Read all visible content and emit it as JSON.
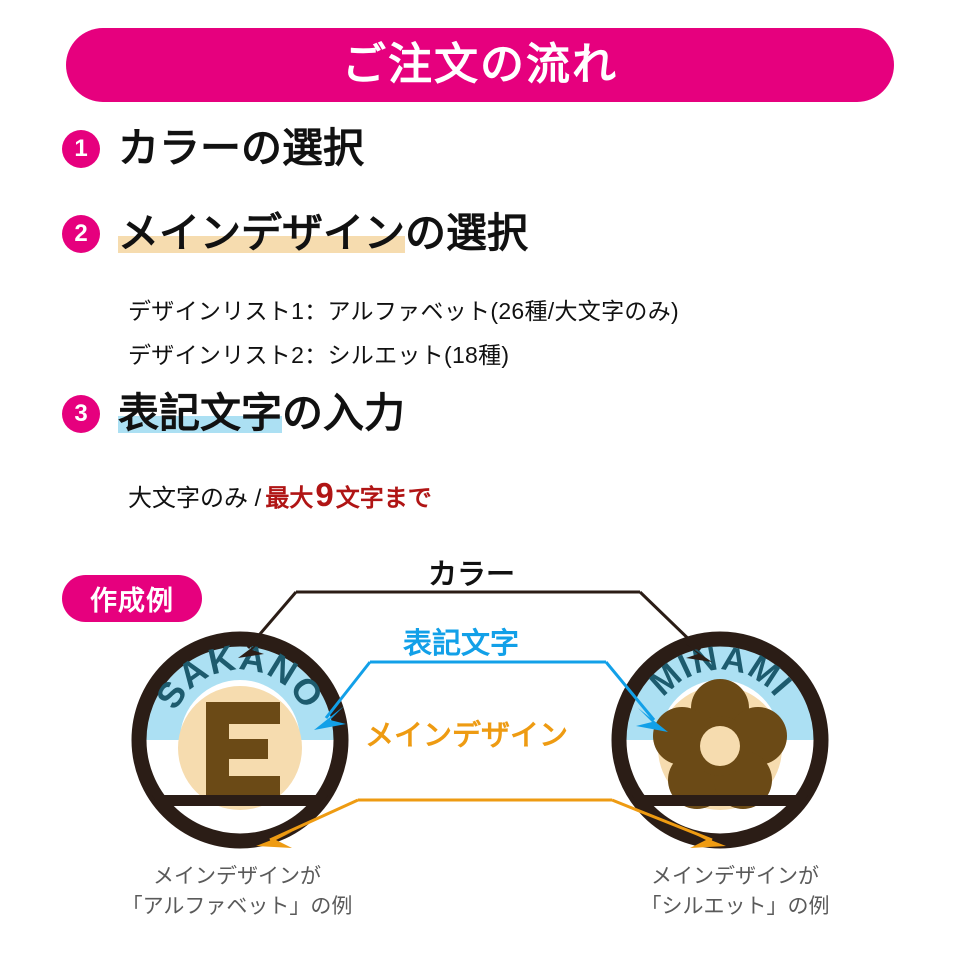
{
  "header": {
    "title": "ご注文の流れ"
  },
  "steps": [
    {
      "number": "1",
      "title_plain": "カラーの選択",
      "highlight": "",
      "highlight_color": "",
      "title_rest": ""
    },
    {
      "number": "2",
      "title_plain": "",
      "highlight": "メインデザイン",
      "highlight_color": "#f6dcaf",
      "title_rest": "の選択"
    },
    {
      "number": "3",
      "title_plain": "",
      "highlight": "表記文字",
      "highlight_color": "#ace0f3",
      "title_rest": "の入力"
    }
  ],
  "design_lists": [
    "デザインリスト1：アルファベット(26種/大文字のみ)",
    "デザインリスト2：シルエット(18種)"
  ],
  "input_note": {
    "prefix": "大文字のみ /",
    "strong_before": "最大",
    "number": "9",
    "strong_after": "文字まで"
  },
  "example": {
    "badge_label": "作成例",
    "annotations": {
      "color": "カラー",
      "text": "表記文字",
      "design": "メインデザイン"
    },
    "badges": [
      {
        "arc_text": "SAKANO",
        "center_glyph": "E",
        "caption_line1": "メインデザインが",
        "caption_line2": "「アルファベット」の例"
      },
      {
        "arc_text": "MINAMI",
        "center_glyph": "flower-silhouette",
        "caption_line1": "メインデザインが",
        "caption_line2": "「シルエット」の例"
      }
    ]
  },
  "colors": {
    "brand_pink": "#e6007e",
    "arc_blue": "#ace0f3",
    "arc_text_teal": "#1d5b6e",
    "badge_dark": "#2b1d16",
    "center_cream": "#f6dcaf",
    "glyph_brown": "#6b4a16",
    "annotation_blue": "#12a0e8",
    "annotation_orange": "#ee9b12",
    "note_red": "#b01515"
  }
}
